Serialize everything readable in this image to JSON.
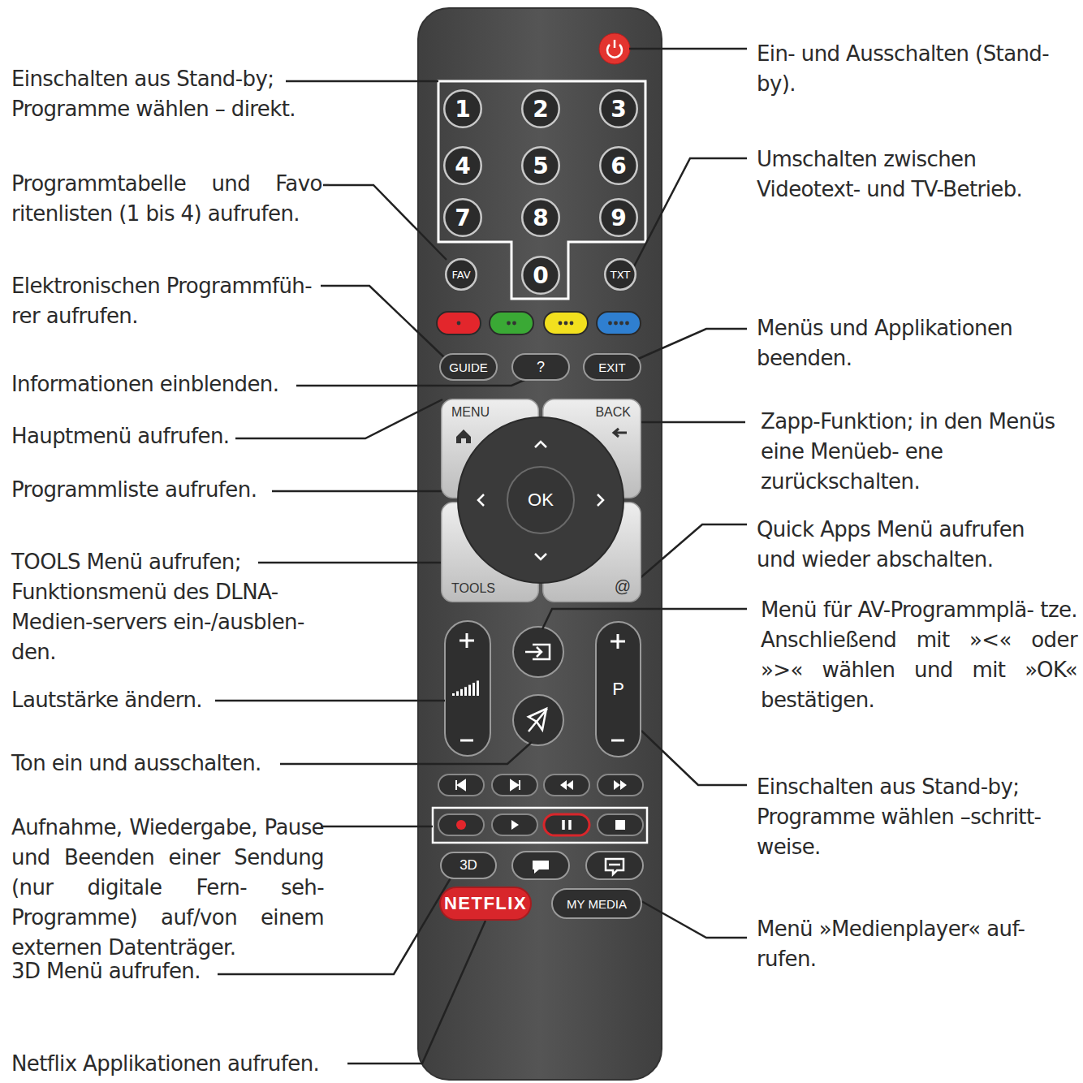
{
  "diagram": {
    "nodes": [
      {
        "text": [
          "1"
        ]
      },
      {
        "text": [
          "2"
        ]
      },
      {
        "text": [
          "3"
        ]
      },
      {
        "text": [
          "4"
        ]
      },
      {
        "text": [
          "5"
        ]
      },
      {
        "text": [
          "6"
        ]
      },
      {
        "text": [
          "7"
        ]
      },
      {
        "text": [
          "8"
        ]
      },
      {
        "text": [
          "9"
        ]
      },
      {
        "text": [
          "FAV"
        ]
      },
      {
        "text": [
          "0"
        ]
      },
      {
        "text": [
          "TXT"
        ]
      },
      {
        "text": [
          "GUIDE"
        ]
      },
      {
        "text": [
          "?"
        ]
      },
      {
        "text": [
          "EXIT"
        ]
      },
      {
        "text": [
          "MENU"
        ]
      },
      {
        "text": [
          "BACK"
        ]
      },
      {
        "text": [
          "OK"
        ]
      },
      {
        "text": [
          "TOOLS"
        ]
      },
      {
        "text": [
          "@"
        ]
      },
      {
        "text": [
          "P"
        ]
      },
      {
        "text": [
          "3D"
        ]
      },
      {
        "text": [
          "NETFLIX"
        ]
      },
      {
        "text": [
          "MY MEDIA"
        ]
      }
    ],
    "labels": [
      "Einschalten aus Stand-by; Programme wählen – direkt.",
      "Programmtabelle und Favo- ritenlisten (1 bis 4) aufrufen.",
      "Elektronischen Programmfüh- rer aufrufen.",
      "Informationen einblenden.",
      "Hauptmenü aufrufen.",
      "Programmliste aufrufen.",
      "TOOLS Menü aufrufen; Funktionsmenü des DLNA- Medien-servers ein-/ausblen- den.",
      "Lautstärke ändern.",
      "Ton ein und ausschalten.",
      "Aufnahme, Wiedergabe, Pause und Beenden einer Sendung (nur digitale Fern- seh-Programme) auf/von einem externen Datenträger.",
      "3D Menü aufrufen.",
      "Netflix Applikationen aufrufen.",
      "Ein- und Ausschalten (Stand- by).",
      "Umschalten zwischen Videotext- und TV-Betrieb.",
      "Menüs und Applikationen beenden.",
      "Zapp-Funktion; in den Menüs eine Menüeb- ene zurückschalten.",
      "Quick Apps Menü aufrufen und wieder abschalten.",
      "Menü für AV-Programmplä- tze. Anschließend mit »<« oder »>« wählen und mit »OK« bestätigen.",
      "Einschalten aus Stand-by; Programme wählen –schritt- weise.",
      "Menü »Medienplayer« auf- rufen."
    ]
  }
}
